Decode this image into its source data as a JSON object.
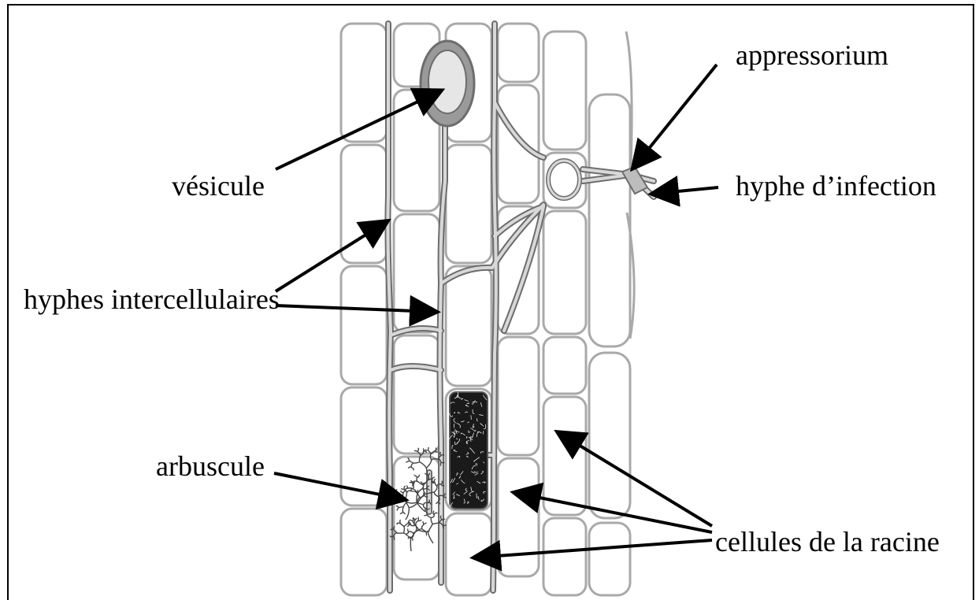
{
  "labels": {
    "appressorium": "appressorium",
    "vesicule": "vésicule",
    "hyphe_infection": "hyphe d’infection",
    "hyphes_intercellulaires": "hyphes intercellulaires",
    "arbuscule": "arbuscule",
    "cellules_racine": "cellules de la racine"
  },
  "colors": {
    "cell_wall": "#a9a9a9",
    "hypha_outline": "#6d6d6d",
    "hypha_fill": "#d8d8d8",
    "vesicle_fill": "#e6e6e6",
    "arrow": "#000000"
  }
}
